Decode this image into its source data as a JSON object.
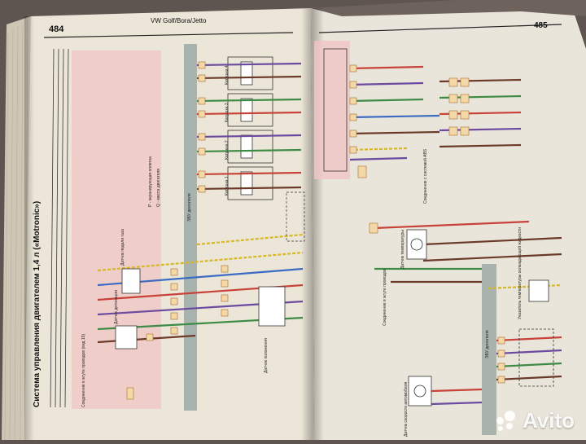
{
  "left_page": {
    "page_number": "484",
    "running_title": "VW Golf/Bora/Jetto",
    "section_title": "Система управления двигателем 1,4 л («Motronic»)",
    "labels": {
      "ecu": "ЭБУ двигателя",
      "coil_1": "Катушка 1",
      "coil_2": "Катушка 2",
      "coil_3": "Катушка 3",
      "coil_4": "Катушка 4",
      "sensor_knock": "Датчик детонации",
      "sensor_position": "Датчик положения",
      "throttle": "Датчик педали газа",
      "connector_note": "Соединение в жгуте проводов (вид 15)",
      "legend_p": "P - экранирующая оплетка",
      "legend_q": "Q - масса двигателя"
    }
  },
  "right_page": {
    "page_number": "485",
    "labels": {
      "ecu": "ЭБУ двигателя",
      "speed_sensor": "Датчик скорости автомобиля",
      "temp_sensor": "Датчик температуры",
      "connector_note": "Соединение в жгуте проводов",
      "abs_note": "Соединение с системой ABS",
      "coolant_note": "Указатель температуры охлаждающей жидкости"
    }
  },
  "watermark": {
    "brand": "Avito"
  },
  "colors": {
    "paper": "#ece6d8",
    "pink_panel": "#f0c6c4",
    "wire_red": "#c8423a",
    "wire_brown": "#6b3a2a",
    "wire_blue": "#3b6bc2",
    "wire_green": "#3d8b45",
    "wire_yellow": "#d6b828",
    "wire_violet": "#6c4aa0",
    "ecu_strip": "#a9b3ad",
    "background": "#5e5450"
  }
}
